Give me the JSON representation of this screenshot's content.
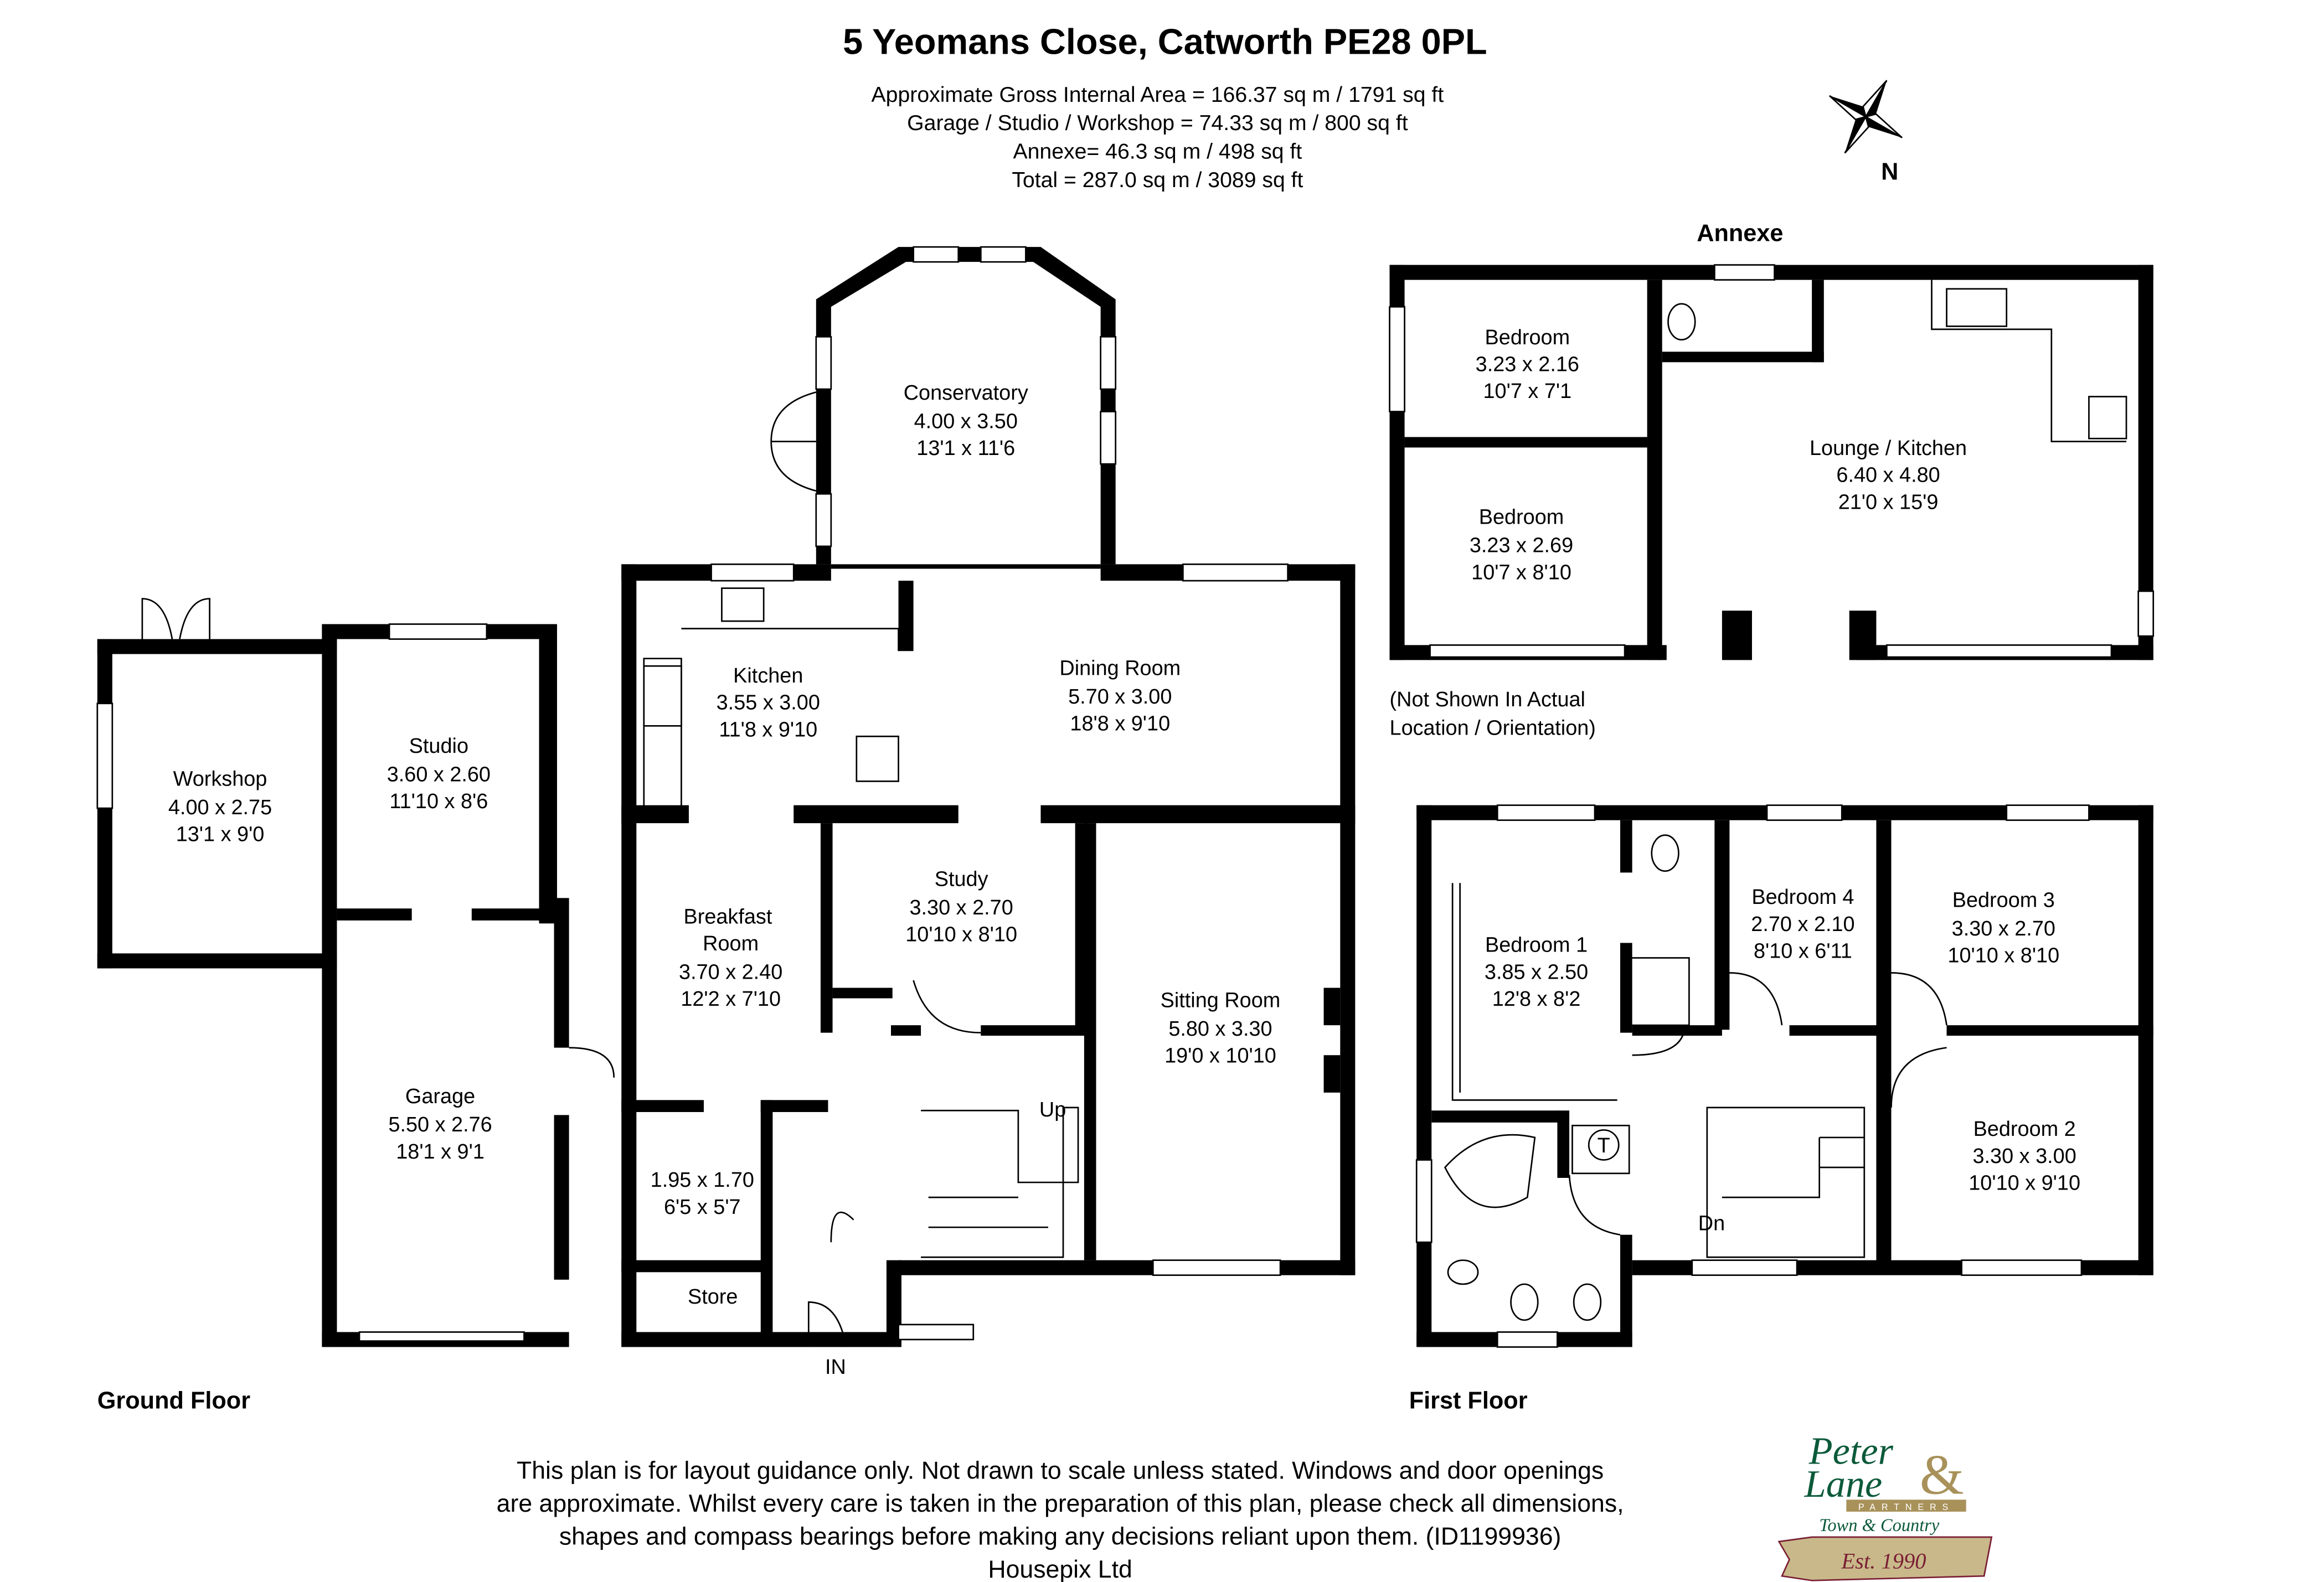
{
  "header": {
    "title": "5 Yeomans Close, Catworth PE28 0PL",
    "areas": [
      "Approximate Gross Internal Area = 166.37 sq m / 1791 sq ft",
      "Garage / Studio / Workshop = 74.33 sq m / 800 sq ft",
      "Annexe= 46.3 sq m / 498 sq ft",
      "Total = 287.0 sq m / 3089 sq ft"
    ]
  },
  "compass": {
    "icon": "compass-rose-icon",
    "label": "N"
  },
  "ground_floor": {
    "label": "Ground Floor",
    "rooms": [
      {
        "name": "Conservatory",
        "metric": "4.00 x 3.50",
        "imperial": "13'1 x 11'6"
      },
      {
        "name": "Kitchen",
        "metric": "3.55 x 3.00",
        "imperial": "11'8 x 9'10"
      },
      {
        "name": "Dining Room",
        "metric": "5.70 x 3.00",
        "imperial": "18'8 x 9'10"
      },
      {
        "name": "Workshop",
        "metric": "4.00 x 2.75",
        "imperial": "13'1 x 9'0"
      },
      {
        "name": "Studio",
        "metric": "3.60 x 2.60",
        "imperial": "11'10 x 8'6"
      },
      {
        "name": "Breakfast Room",
        "metric": "3.70 x 2.40",
        "imperial": "12'2 x 7'10"
      },
      {
        "name": "Study",
        "metric": "3.30 x 2.70",
        "imperial": "10'10 x 8'10"
      },
      {
        "name": "Sitting Room",
        "metric": "5.80 x 3.30",
        "imperial": "19'0 x 10'10"
      },
      {
        "name": "Garage",
        "metric": "5.50 x 2.76",
        "imperial": "18'1 x 9'1"
      },
      {
        "name": "",
        "metric": "1.95 x 1.70",
        "imperial": "6'5 x 5'7"
      },
      {
        "name": "Store",
        "metric": "",
        "imperial": ""
      }
    ],
    "stairs_label": "Up",
    "entrance_label": "IN"
  },
  "annexe": {
    "label": "Annexe",
    "note": [
      "(Not Shown In Actual",
      "Location / Orientation)"
    ],
    "rooms": [
      {
        "name": "Bedroom",
        "metric": "3.23 x 2.16",
        "imperial": "10'7 x 7'1"
      },
      {
        "name": "Bedroom",
        "metric": "3.23 x 2.69",
        "imperial": "10'7 x 8'10"
      },
      {
        "name": "Lounge / Kitchen",
        "metric": "6.40 x 4.80",
        "imperial": "21'0 x 15'9"
      }
    ]
  },
  "first_floor": {
    "label": "First Floor",
    "rooms": [
      {
        "name": "Bedroom 1",
        "metric": "3.85 x 2.50",
        "imperial": "12'8 x 8'2"
      },
      {
        "name": "Bedroom 4",
        "metric": "2.70 x 2.10",
        "imperial": "8'10 x 6'11"
      },
      {
        "name": "Bedroom 3",
        "metric": "3.30 x 2.70",
        "imperial": "10'10 x 8'10"
      },
      {
        "name": "Bedroom 2",
        "metric": "3.30 x 3.00",
        "imperial": "10'10 x 9'10"
      }
    ],
    "cupboard_label": "T",
    "stairs_label": "Dn"
  },
  "disclaimer": [
    "This plan is for layout guidance only. Not drawn to scale unless stated. Windows and door openings",
    "are approximate. Whilst every care is taken in the preparation of this plan, please check all dimensions,",
    "shapes and compass bearings before making any decisions reliant upon them. (ID1199936)",
    "Housepix Ltd"
  ],
  "logo": {
    "lines": [
      "Peter",
      "Lane",
      "&",
      "PARTNERS",
      "Town & Country",
      "Est. 1990"
    ],
    "colors": {
      "green": "#0b5a3a",
      "gold": "#a8925a",
      "maroon": "#7a1f35"
    }
  }
}
